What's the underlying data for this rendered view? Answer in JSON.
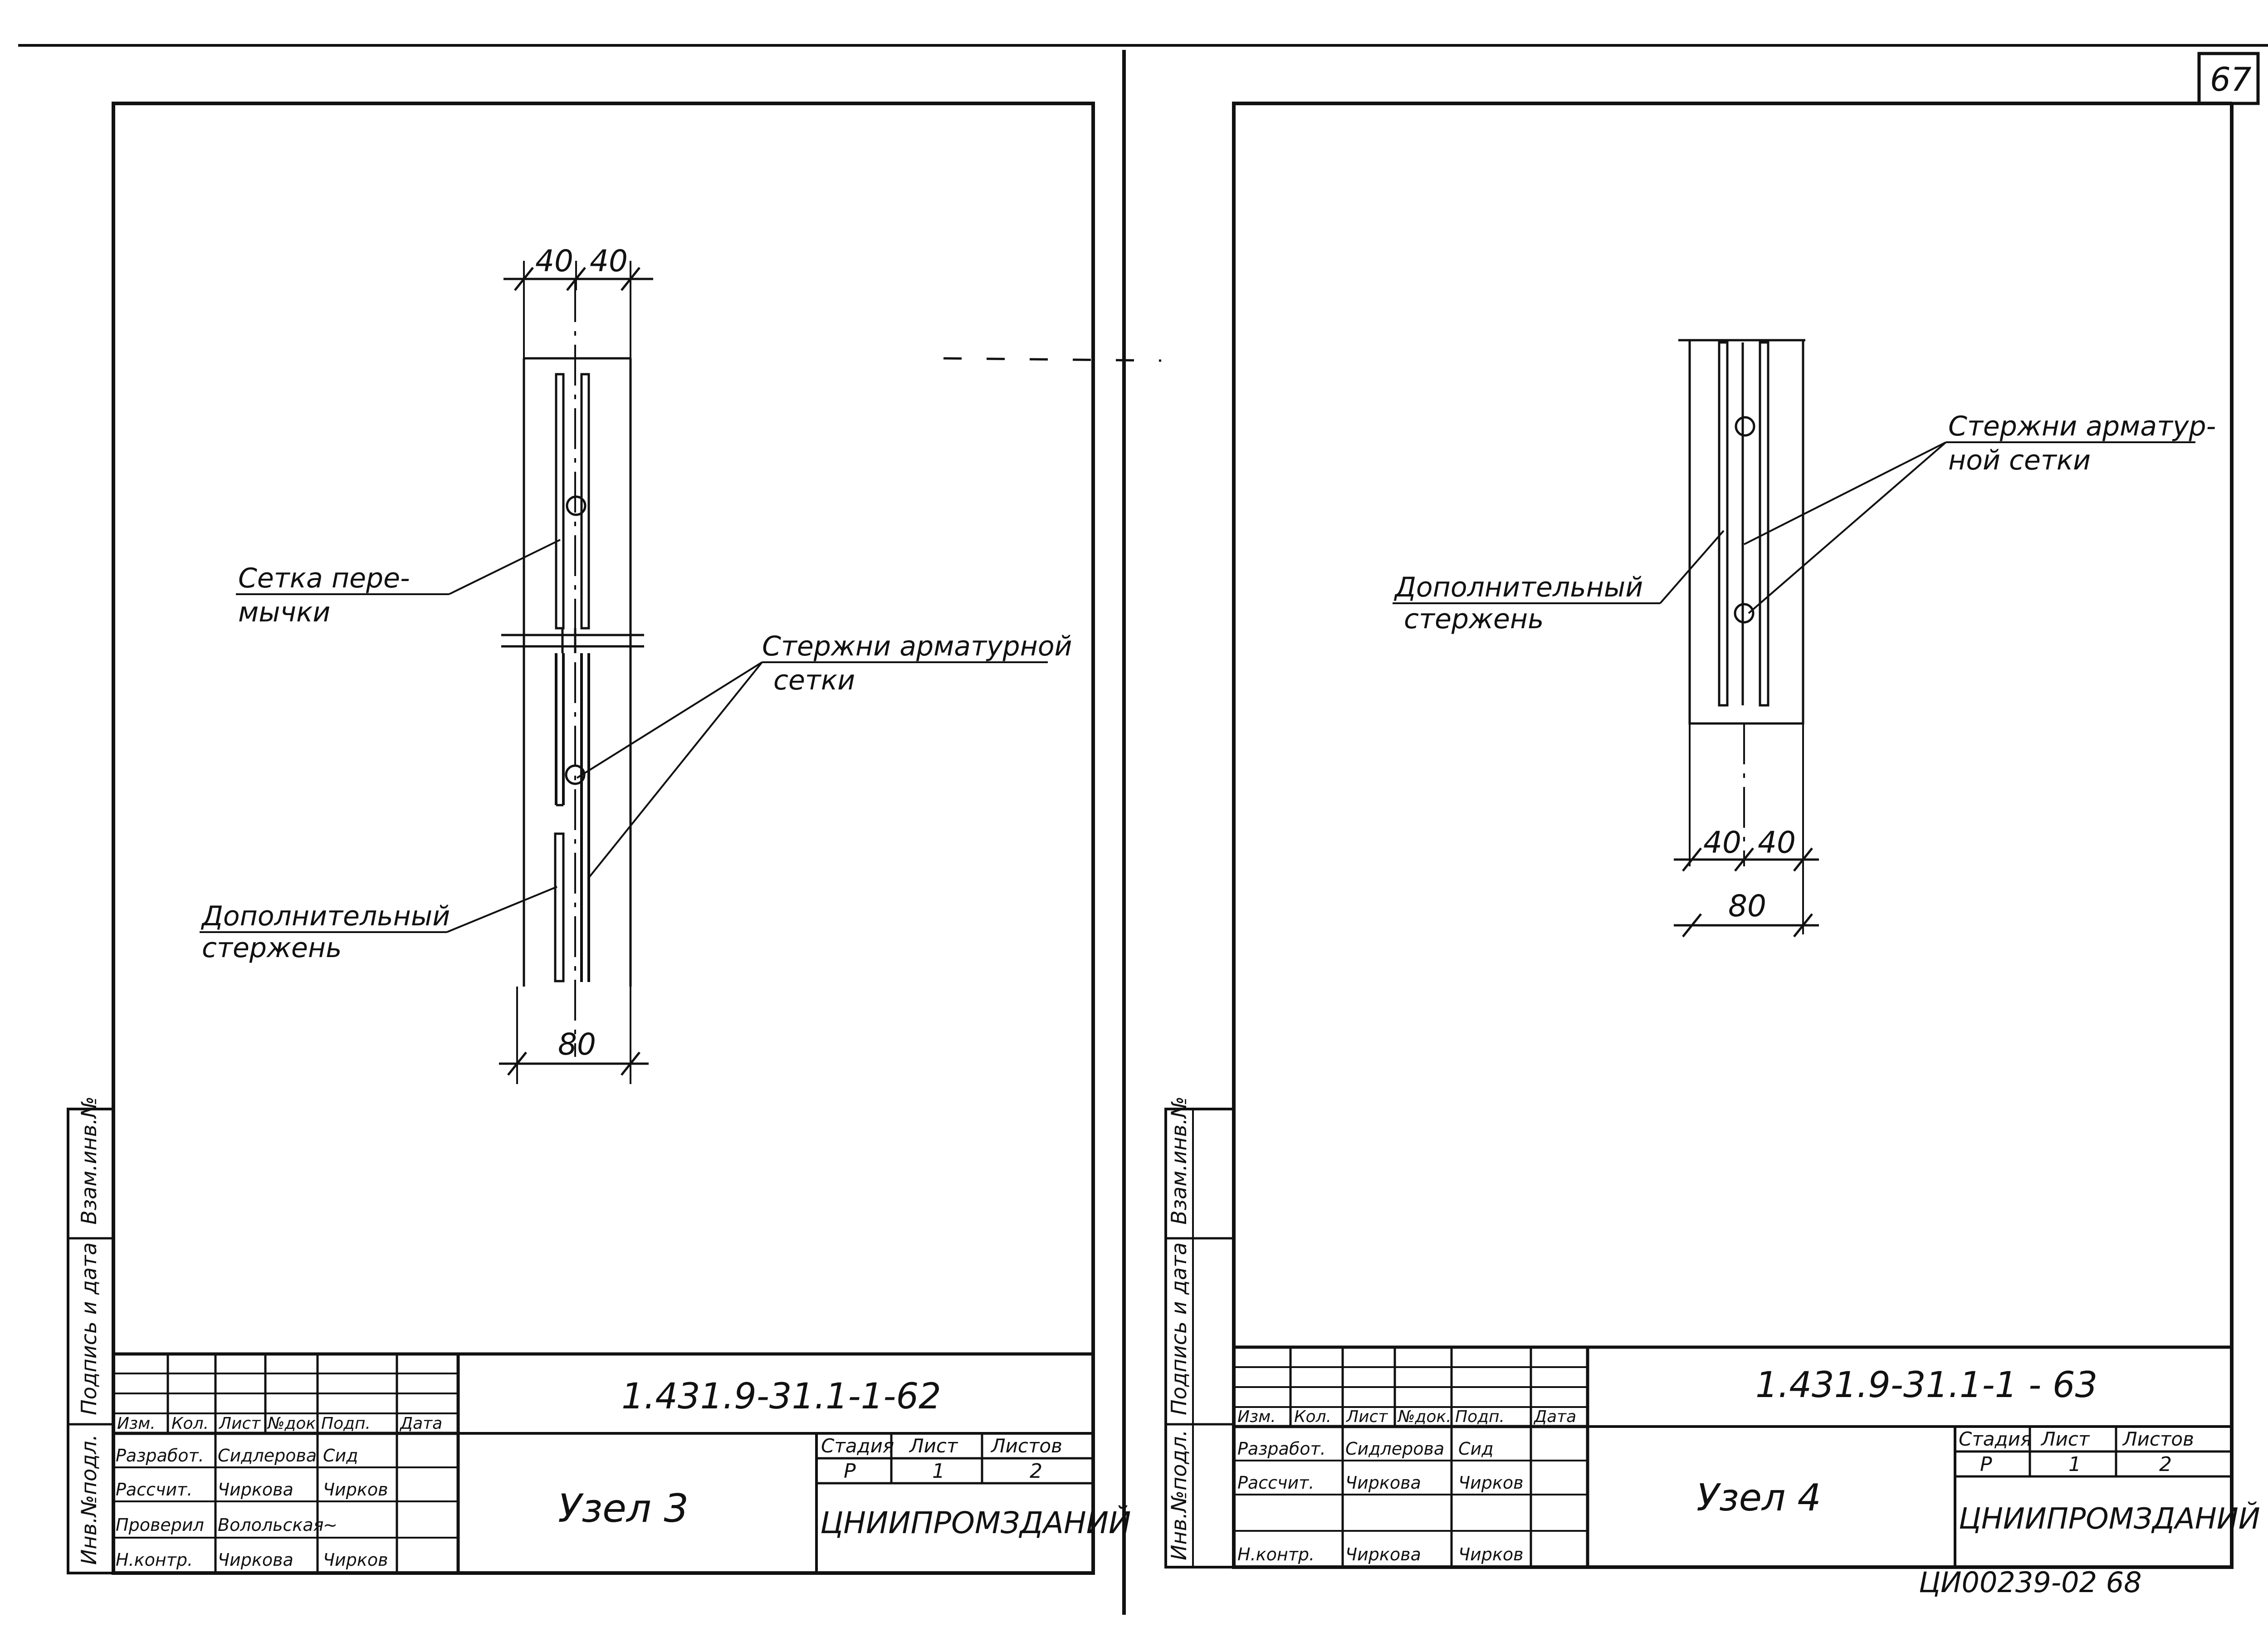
{
  "page_number": "67",
  "footer_code": "ЦИ00239-02   68",
  "left_sheet": {
    "dims": {
      "top_left": "40",
      "top_right": "40",
      "bottom": "80"
    },
    "callouts": {
      "mesh": [
        "Сетка пере-",
        "мычки"
      ],
      "rods": [
        "Стержни арматурной",
        "сетки"
      ],
      "extra_bar": [
        "Дополнительный",
        "стержень"
      ]
    },
    "title_block": {
      "designation": "1.431.9-31.1-1-62",
      "name": "Узел 3",
      "org": "ЦНИИПРОМЗДАНИЙ",
      "stage_header": "Стадия",
      "sheet_header": "Лист",
      "sheets_header": "Листов",
      "stage": "Р",
      "sheet": "1",
      "sheets": "2",
      "rev_headers": [
        "Изм.",
        "Кол.",
        "Лист",
        "№док.",
        "Подп.",
        "Дата"
      ],
      "staff": [
        {
          "role": "Разработ.",
          "name": "Сидлерова",
          "sign": "Сид"
        },
        {
          "role": "Рассчит.",
          "name": "Чиркова",
          "sign": "Чирков"
        },
        {
          "role": "Проверил",
          "name": "Волольская",
          "sign": "~"
        },
        {
          "role": "Н.контр.",
          "name": "Чиркова",
          "sign": "Чирков"
        }
      ],
      "side_stamps": [
        "Инв.№подл.",
        "Подпись и дата",
        "Взам.инв.№"
      ]
    }
  },
  "right_sheet": {
    "dims": {
      "top_left": "40",
      "top_right": "40",
      "bottom": "80"
    },
    "callouts": {
      "rods": [
        "Стержни арматур-",
        "ной сетки"
      ],
      "extra_bar": [
        "Дополнительный",
        "стержень"
      ]
    },
    "title_block": {
      "designation": "1.431.9-31.1-1 - 63",
      "name": "Узел 4",
      "org": "ЦНИИПРОМЗДАНИЙ",
      "stage_header": "Стадия",
      "sheet_header": "Лист",
      "sheets_header": "Листов",
      "stage": "Р",
      "sheet": "1",
      "sheets": "2",
      "rev_headers": [
        "Изм.",
        "Кол.",
        "Лист",
        "№док.",
        "Подп.",
        "Дата"
      ],
      "staff": [
        {
          "role": "Разработ.",
          "name": "Сидлерова",
          "sign": "Сид"
        },
        {
          "role": "Рассчит.",
          "name": "Чиркова",
          "sign": "Чирков"
        },
        {
          "role": "",
          "name": "",
          "sign": ""
        },
        {
          "role": "Н.контр.",
          "name": "Чиркова",
          "sign": "Чирков"
        }
      ],
      "side_stamps": [
        "Инв.№подл.",
        "Подпись и дата",
        "Взам.инв.№"
      ]
    }
  }
}
